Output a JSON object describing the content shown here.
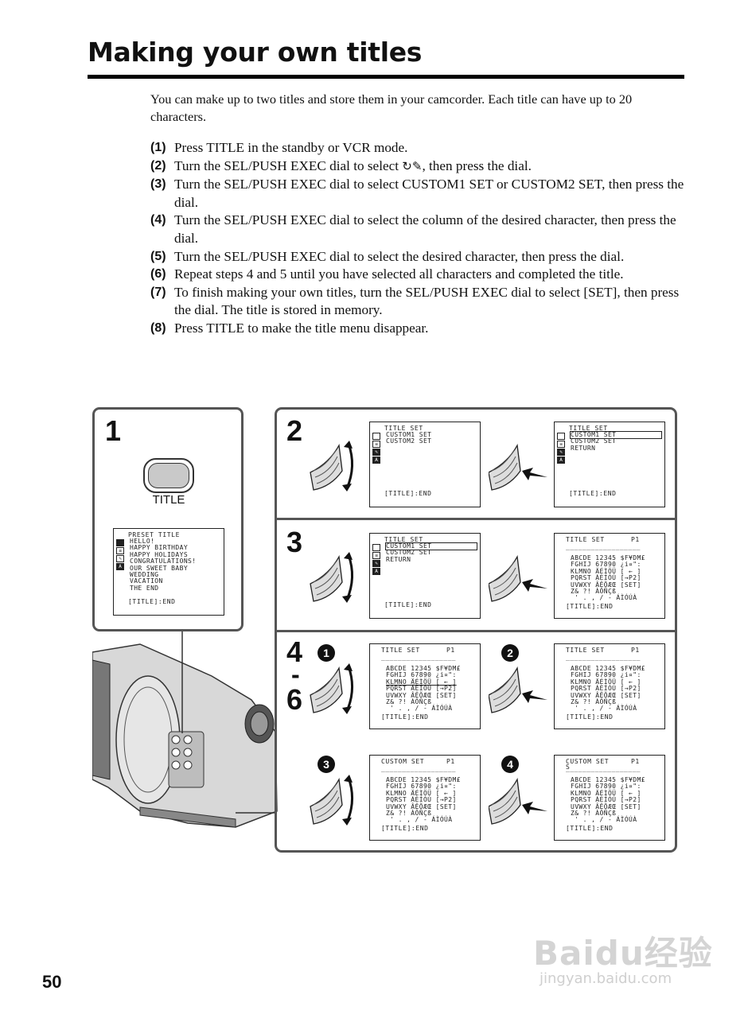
{
  "page": {
    "title": "Making your own titles",
    "intro": "You can make up to two titles and store them in your camcorder. Each title can have up to 20 characters.",
    "steps": [
      {
        "num": "(1)",
        "text": "Press TITLE in the standby or VCR mode."
      },
      {
        "num": "(2)",
        "text_before": "Turn the SEL/PUSH EXEC dial to select ",
        "icon": "title-pen-icon",
        "text_after": ", then press the dial."
      },
      {
        "num": "(3)",
        "text": "Turn the SEL/PUSH EXEC dial to select CUSTOM1 SET or CUSTOM2 SET, then press the dial."
      },
      {
        "num": "(4)",
        "text": "Turn the SEL/PUSH EXEC dial to select the column of the desired character, then press the dial."
      },
      {
        "num": "(5)",
        "text": "Turn the SEL/PUSH EXEC dial to select the desired character, then press the dial."
      },
      {
        "num": "(6)",
        "text": "Repeat steps 4 and 5 until you have selected all characters and completed the title."
      },
      {
        "num": "(7)",
        "text": "To finish making your own titles, turn the SEL/PUSH EXEC dial to select [SET], then press the dial. The title is stored in memory."
      },
      {
        "num": "(8)",
        "text": "Press TITLE to make the title menu disappear."
      }
    ],
    "page_number": "50",
    "watermark": "Baidu经验",
    "watermark_url": "jingyan.baidu.com"
  },
  "figure": {
    "step_labels": {
      "s1": "1",
      "s2": "2",
      "s3": "3",
      "s4": "4",
      "s4dash": "-",
      "s6": "6"
    },
    "circled": [
      "1",
      "2",
      "3",
      "4"
    ],
    "title_button_label": "TITLE",
    "preset_menu": {
      "title": "PRESET TITLE",
      "items": [
        "HELLO!",
        "HAPPY BIRTHDAY",
        "HAPPY HOLIDAYS",
        "CONGRATULATIONS!",
        "OUR SWEET BABY",
        "WEDDING",
        "VACATION",
        "THE END"
      ],
      "footer": "[TITLE]:END"
    },
    "title_set_menu": {
      "title": "TITLE SET",
      "items": [
        "CUSTOM1 SET",
        "CUSTOM2 SET"
      ],
      "return": "RETURN",
      "footer": "[TITLE]:END"
    },
    "char_menu": {
      "title_a": "TITLE SET",
      "title_b": "CUSTOM SET",
      "page": "P1",
      "entered": "S",
      "dashes": "__________________",
      "rows": [
        "ABCDE 12345 $F¥DM£",
        "FGHIJ 67890 ¿i¤\":",
        "KLMNO ÄÉÌÖÜ [ ← ]",
        "PQRST ÁÈÍÓÚ [→P2]",
        "UVWXY ÂÊÕÆŒ [SET]",
        "Z& ?! ÀÔÑÇß",
        " ' . , / - ÁÌÓÚÀ"
      ],
      "footer": "[TITLE]:END"
    },
    "colors": {
      "frame": "#555555",
      "text": "#111111"
    }
  }
}
